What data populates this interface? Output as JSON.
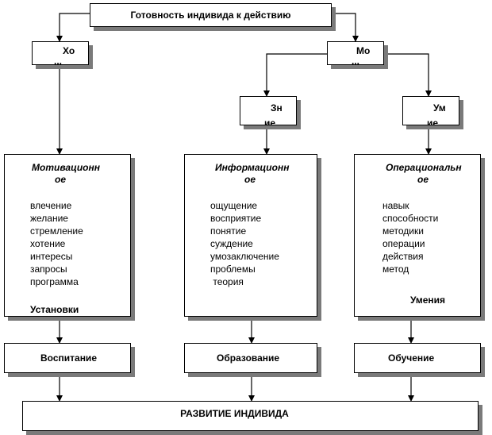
{
  "top": {
    "title": "Готовность индивида к действию"
  },
  "small_boxes": {
    "xo": {
      "line1": "Хо",
      "line2": "..."
    },
    "mo": {
      "line1": "Мо",
      "line2": "..."
    },
    "zn": {
      "line1": "Зн",
      "line2": "ие"
    },
    "um": {
      "line1": "Ум",
      "line2": "ие"
    }
  },
  "columns": {
    "motivation": {
      "title_line1": "Мотивационн",
      "title_line2": "ое",
      "items": [
        "влечение",
        "желание",
        "стремление",
        "хотение",
        "интересы",
        "запросы",
        "программа"
      ],
      "footer": "Установки"
    },
    "information": {
      "title_line1": "Информационн",
      "title_line2": "ое",
      "items": [
        "ощущение",
        "восприятие",
        "понятие",
        "суждение",
        "умозаключение",
        "проблемы",
        " теория"
      ]
    },
    "operational": {
      "title_line1": "Операциональн",
      "title_line2": "ое",
      "items": [
        "навык",
        "способности",
        "методики",
        "операции",
        "действия",
        "метод"
      ],
      "footer": "Умения"
    }
  },
  "bottom_boxes": {
    "vospitanie": "Воспитание",
    "obrazovanie": "Образование",
    "obuchenie": "Обучение"
  },
  "result": {
    "title": "РАЗВИТИЕ ИНДИВИДА"
  }
}
